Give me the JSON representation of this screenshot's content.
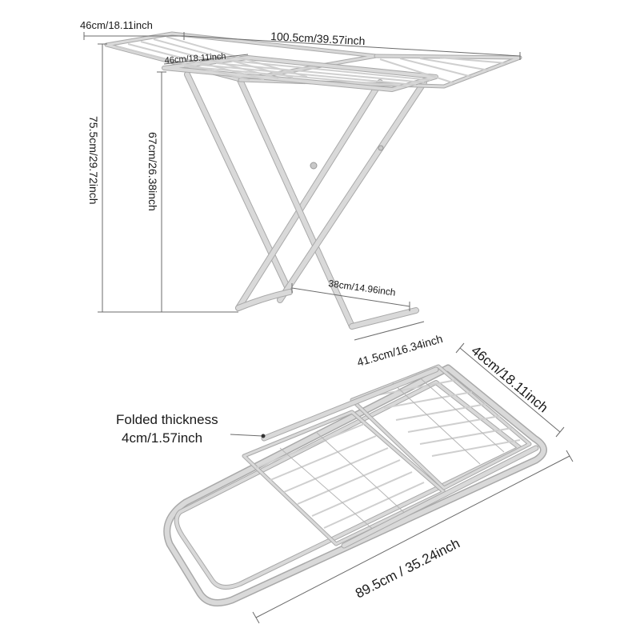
{
  "labels": {
    "top_width_left": "46cm/18.11inch",
    "top_length": "100.5cm/39.57inch",
    "top_width_inner": "46cm/18.11inch",
    "total_height": "75.5cm/29.72inch",
    "inner_height": "67cm/26.38inch",
    "base_width_inner": "38cm/14.96inch",
    "base_width_outer": "41.5cm/16.34inch",
    "folded_width": "46cm/18.11inch",
    "folded_thickness_title": "Folded thickness",
    "folded_thickness_value": "4cm/1.57inch",
    "folded_length": "89.5cm / 35.24inch"
  },
  "colors": {
    "frame": "#d9d9d9",
    "frame_edge": "#a9a9a9",
    "dimension_line": "#6b6b6b",
    "text": "#1a1a1a",
    "background": "#ffffff"
  }
}
